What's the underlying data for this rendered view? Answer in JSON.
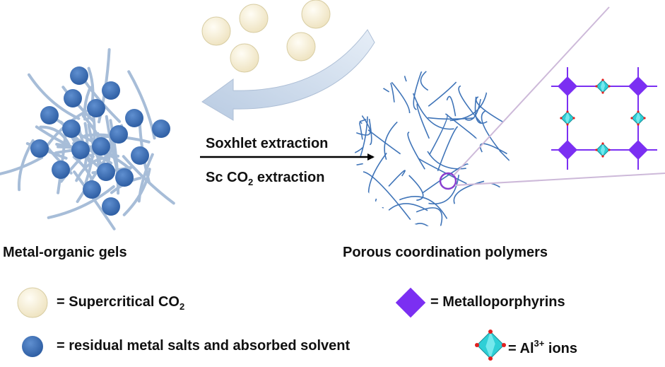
{
  "process": {
    "step1": "Soxhlet extraction",
    "step2_prefix": "Sc CO",
    "step2_sub": "2",
    "step2_suffix": " extraction"
  },
  "labels": {
    "left": "Metal-organic gels",
    "right": "Porous coordination polymers"
  },
  "legend": {
    "co2_prefix": "= Supercritical CO",
    "co2_sub": "2",
    "salts": "= residual metal salts and absorbed solvent",
    "porphyrin": "= Metalloporphyrins",
    "al_prefix": "= Al",
    "al_sup": "3+",
    "al_suffix": " ions"
  },
  "colors": {
    "co2_particle": "#f4ecd0",
    "co2_particle_edge": "#d9cfa6",
    "metal_salt": "#3e6fb5",
    "fiber": "#9db4d2",
    "network": "#3f74b8",
    "porphyrin": "#7b2ff2",
    "al_ion": "#2fcfd6",
    "al_vertex": "#e02020",
    "arrow_curve": "#c8d6e8",
    "pointer_lines": "#c8b4d6"
  }
}
